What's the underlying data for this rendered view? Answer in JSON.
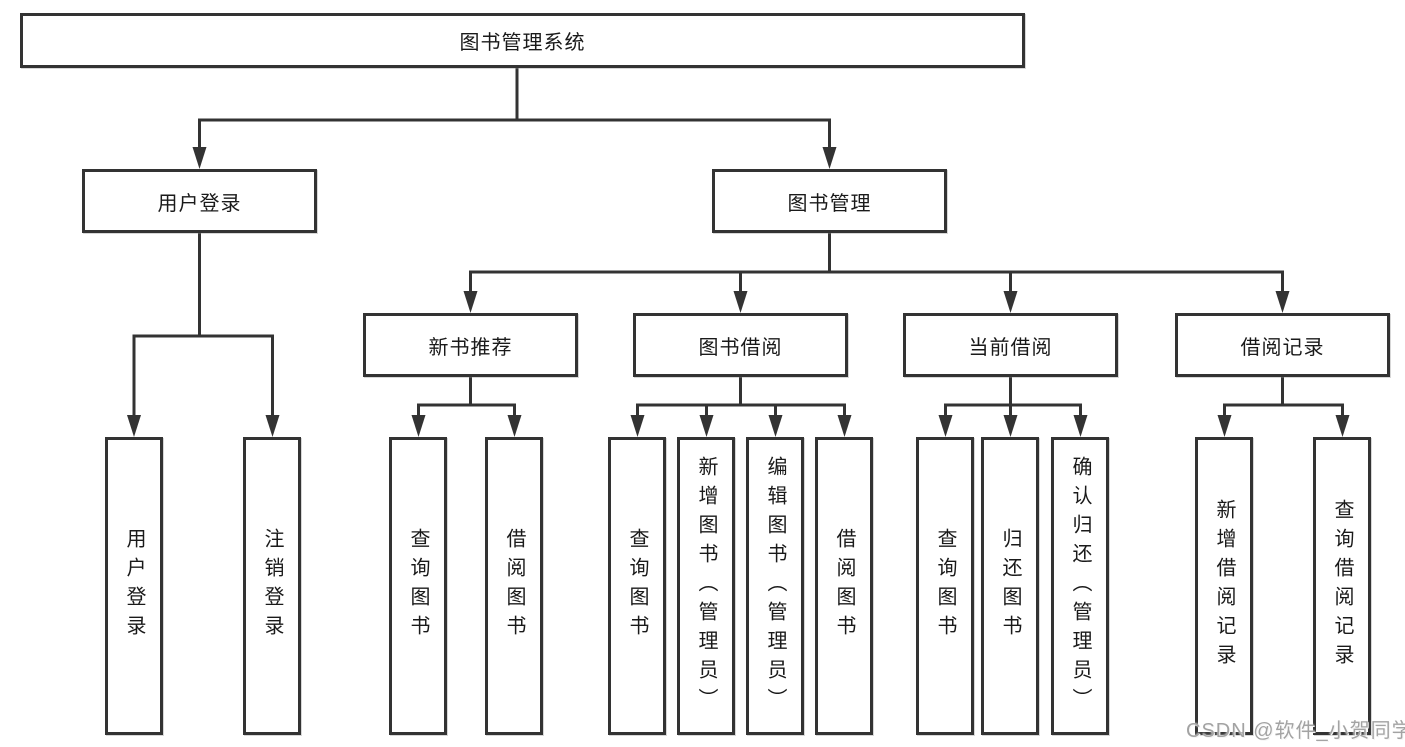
{
  "diagram": {
    "title": "图书管理系统",
    "tree": {
      "root": {
        "label": "图书管理系统"
      },
      "level2": [
        {
          "label": "用户登录"
        },
        {
          "label": "图书管理"
        }
      ],
      "level3": [
        {
          "label": "新书推荐"
        },
        {
          "label": "图书借阅"
        },
        {
          "label": "当前借阅"
        },
        {
          "label": "借阅记录"
        }
      ],
      "leaves": {
        "user_login": [
          "用户登录",
          "注销登录"
        ],
        "new_book_recommend": [
          "查询图书",
          "借阅图书"
        ],
        "book_borrowing": [
          "查询图书",
          "新增图书（管理员）",
          "编辑图书（管理员）",
          "借阅图书"
        ],
        "current_borrowing": [
          "查询图书",
          "归还图书",
          "确认归还（管理员）"
        ],
        "borrowing_records": [
          "新增借阅记录",
          "查询借阅记录"
        ]
      }
    }
  },
  "watermark": "CSDN @软件_小贺同学",
  "colors": {
    "line": "#333333",
    "box_border": "#333333",
    "text": "#1a1a1a",
    "watermark": "#a3a3a3",
    "background": "#ffffff"
  }
}
